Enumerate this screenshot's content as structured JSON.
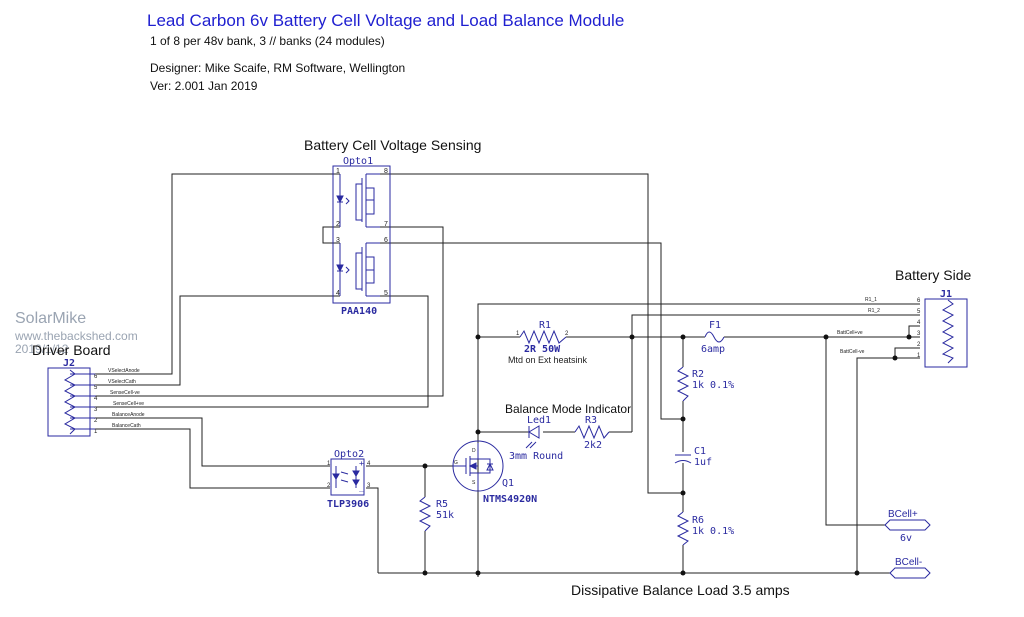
{
  "header": {
    "title": "Lead Carbon 6v Battery Cell Voltage and Load Balance Module",
    "subtitle": "1 of 8 per 48v bank, 3 // banks (24 modules)",
    "designer": "Designer: Mike Scaife, RM Software, Wellington",
    "version": "Ver: 2.001 Jan 2019"
  },
  "watermark": {
    "name": "SolarMike",
    "site": "www.thebackshed.com",
    "date": "2019/1/12"
  },
  "sections": {
    "sensing": "Battery Cell Voltage Sensing",
    "driver_board": "Driver Board",
    "battery_side": "Battery Side",
    "balance_indicator": "Balance Mode Indicator",
    "load": "Dissipative Balance Load 3.5 amps"
  },
  "colors": {
    "component": "#2a2aa0",
    "wire": "#222222",
    "title": "#1f1fd0"
  },
  "components": {
    "opto1": {
      "ref": "Opto1",
      "part": "PAA140",
      "pins": [
        "1",
        "2",
        "3",
        "4",
        "5",
        "6",
        "7",
        "8"
      ]
    },
    "opto2": {
      "ref": "Opto2",
      "part": "TLP3906",
      "pins": [
        "1",
        "2",
        "3",
        "4"
      ],
      "plus": "+",
      "minus": "_"
    },
    "j2": {
      "ref": "J2",
      "pins": [
        "6",
        "5",
        "4",
        "3",
        "2",
        "1"
      ],
      "nets": [
        "VSelectAnode",
        "VSelectCath",
        "SenseCell-ve",
        "SenseCell+ve",
        "BalanceAnode",
        "BalanceCath"
      ]
    },
    "j1": {
      "ref": "J1",
      "pins": [
        "6",
        "5",
        "4",
        "3",
        "2",
        "1"
      ],
      "nets": [
        "R1_1",
        "R1_2",
        "BattCell+ve",
        "BattCell-ve"
      ]
    },
    "r1": {
      "ref": "R1",
      "value": "2R 50W",
      "note": "Mtd on Ext heatsink",
      "pin1": "1",
      "pin2": "2"
    },
    "r2": {
      "ref": "R2",
      "value": "1k 0.1%"
    },
    "r3": {
      "ref": "R3",
      "value": "2k2"
    },
    "r5": {
      "ref": "R5",
      "value": "51k"
    },
    "r6": {
      "ref": "R6",
      "value": "1k 0.1%"
    },
    "c1": {
      "ref": "C1",
      "value": "1uf"
    },
    "f1": {
      "ref": "F1",
      "value": "6amp"
    },
    "led1": {
      "ref": "Led1",
      "value": "3mm Round"
    },
    "q1": {
      "ref": "Q1",
      "part": "NTMS4920N",
      "d": "D",
      "s": "S",
      "g": "G"
    },
    "bcell_pos": {
      "label": "BCell+",
      "value": "6v"
    },
    "bcell_neg": {
      "label": "BCell-"
    }
  }
}
